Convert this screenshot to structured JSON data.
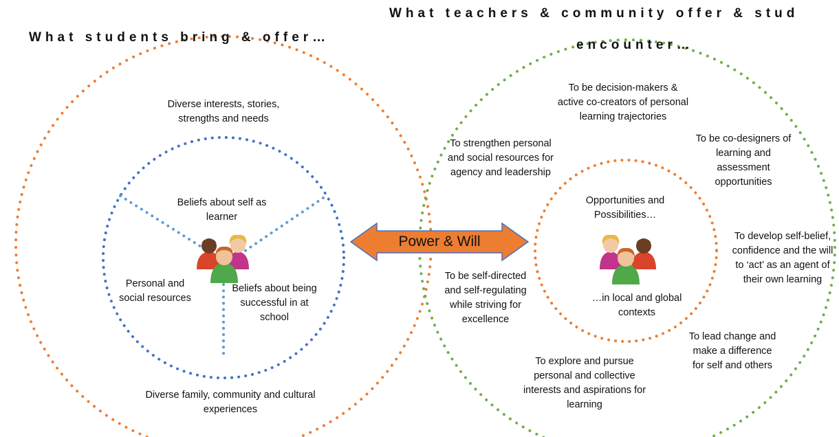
{
  "headings": {
    "left": "What students bring & offer…",
    "right_line1": "What teachers & community offer & stud",
    "right_line2": "encounter…"
  },
  "left": {
    "outer_top": "Diverse interests, stories, strengths and needs",
    "outer_bottom": "Diverse family, community and cultural experiences",
    "inner_top": "Beliefs about self as learner",
    "inner_left": "Personal and social resources",
    "inner_right": "Beliefs about being successful in at school"
  },
  "arrow": {
    "label": "Power & Will"
  },
  "right": {
    "top": "To be decision-makers & active co-creators of personal learning trajectories",
    "upper_left": "To strengthen personal and social resources for agency and leadership",
    "upper_right": "To be co-designers of learning and assessment opportunities",
    "right": "To develop self-belief, confidence and the will to ‘act’ as an agent of their own learning",
    "lower_left": "To be self-directed and self-regulating while striving for excellence",
    "bottom": "To explore and pursue personal and collective interests and aspirations for learning",
    "lower_right": "To lead change and make a difference for self and others",
    "inner_top": "Opportunities and Possibilities…",
    "inner_bottom": "…in local and global contexts"
  },
  "colors": {
    "orange": "#ED7D31",
    "green": "#70AD47",
    "blue": "#4472C4",
    "light_blue": "#5B9BD5",
    "arrow_fill": "#ED7D31",
    "arrow_stroke": "#4472C4"
  },
  "icons": [
    "people-group-icon",
    "people-group-icon"
  ]
}
